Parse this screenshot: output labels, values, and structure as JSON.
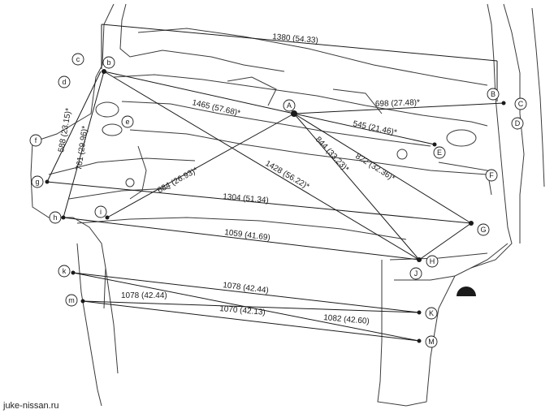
{
  "watermark": "juke-nissan.ru",
  "points": {
    "A": "A",
    "B": "B",
    "C": "C",
    "D": "D",
    "E": "E",
    "F": "F",
    "G": "G",
    "H": "H",
    "J": "J",
    "K": "K",
    "M": "M",
    "b": "b",
    "c": "c",
    "d": "d",
    "e": "e",
    "f": "f",
    "g": "g",
    "h": "h",
    "i": "i",
    "k": "k",
    "m": "m"
  },
  "dimensions": {
    "width_top": "1380 (54.33)",
    "a_b": "698 (27.48)*",
    "a_e": "545 (21.46)*",
    "b_a": "1465 (57.68)*",
    "b_h": "1428 (56.22)*",
    "a_h": "844 (33.23)*",
    "a_g": "822 (32.36)*",
    "i_a": "684 (26.93)*",
    "b_g_vert": "588 (23.15)*",
    "b_h_vert": "761 (29.96)*",
    "g_g": "1304 (51.34)",
    "h_h": "1059 (41.69)",
    "k_k": "1078 (42.44)",
    "m_k": "1078 (42.44)",
    "m_m": "1070 (42.13)",
    "k_m": "1082 (42.60)"
  }
}
